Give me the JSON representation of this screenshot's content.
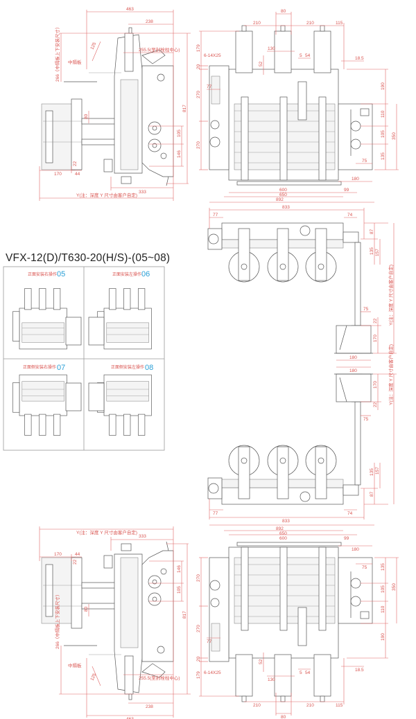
{
  "title": "VFX-12(D)/T630-20(H/S)-(05~08)",
  "quadrants": [
    {
      "label": "正面安装右操作",
      "num": "05"
    },
    {
      "label": "正面安装左操作",
      "num": "06"
    },
    {
      "label": "正面侧安装右操作",
      "num": "07"
    },
    {
      "label": "正面侧安装左操作",
      "num": "08"
    }
  ],
  "side_view": {
    "d463": "463",
    "d238": "238",
    "d125": "125",
    "d255": "255.5(至封栓柱中心)",
    "d266": "266（中隔板上下安装尺寸）",
    "partition": "中隔板",
    "d80": "80",
    "d105": "105",
    "d146": "146",
    "d22": "22",
    "d170": "170",
    "d44": "44",
    "d333": "333",
    "d817": "817",
    "y_note": "Y(注：深度 Y 尺寸由客户自定)"
  },
  "front_view": {
    "d210a": "210",
    "d80": "80",
    "d210b": "210",
    "d115": "115",
    "d130": "130",
    "d5": "5",
    "d54": "54",
    "d18_5": "18.5",
    "holes": "6-14X25",
    "d52": "52",
    "d179": "179",
    "d20": "20",
    "d270a": "270",
    "d270b": "270",
    "d77": "77",
    "d190": "190",
    "d110": "110",
    "d105": "105",
    "d135": "135",
    "d350": "350",
    "d75": "75",
    "d180": "180",
    "d99": "99",
    "d600": "600",
    "d650": "650",
    "d892": "892"
  },
  "top_view": {
    "d833": "833",
    "d77": "77",
    "d74": "74",
    "d87": "87",
    "d135": "135",
    "d157": "157",
    "d75": "75",
    "d22": "22",
    "d170": "170",
    "d180": "180",
    "y_note": "Y(注：深度 Y 尺寸由客户自定)"
  },
  "colors": {
    "dimension": "#e06666",
    "number": "#2a9fd6"
  }
}
